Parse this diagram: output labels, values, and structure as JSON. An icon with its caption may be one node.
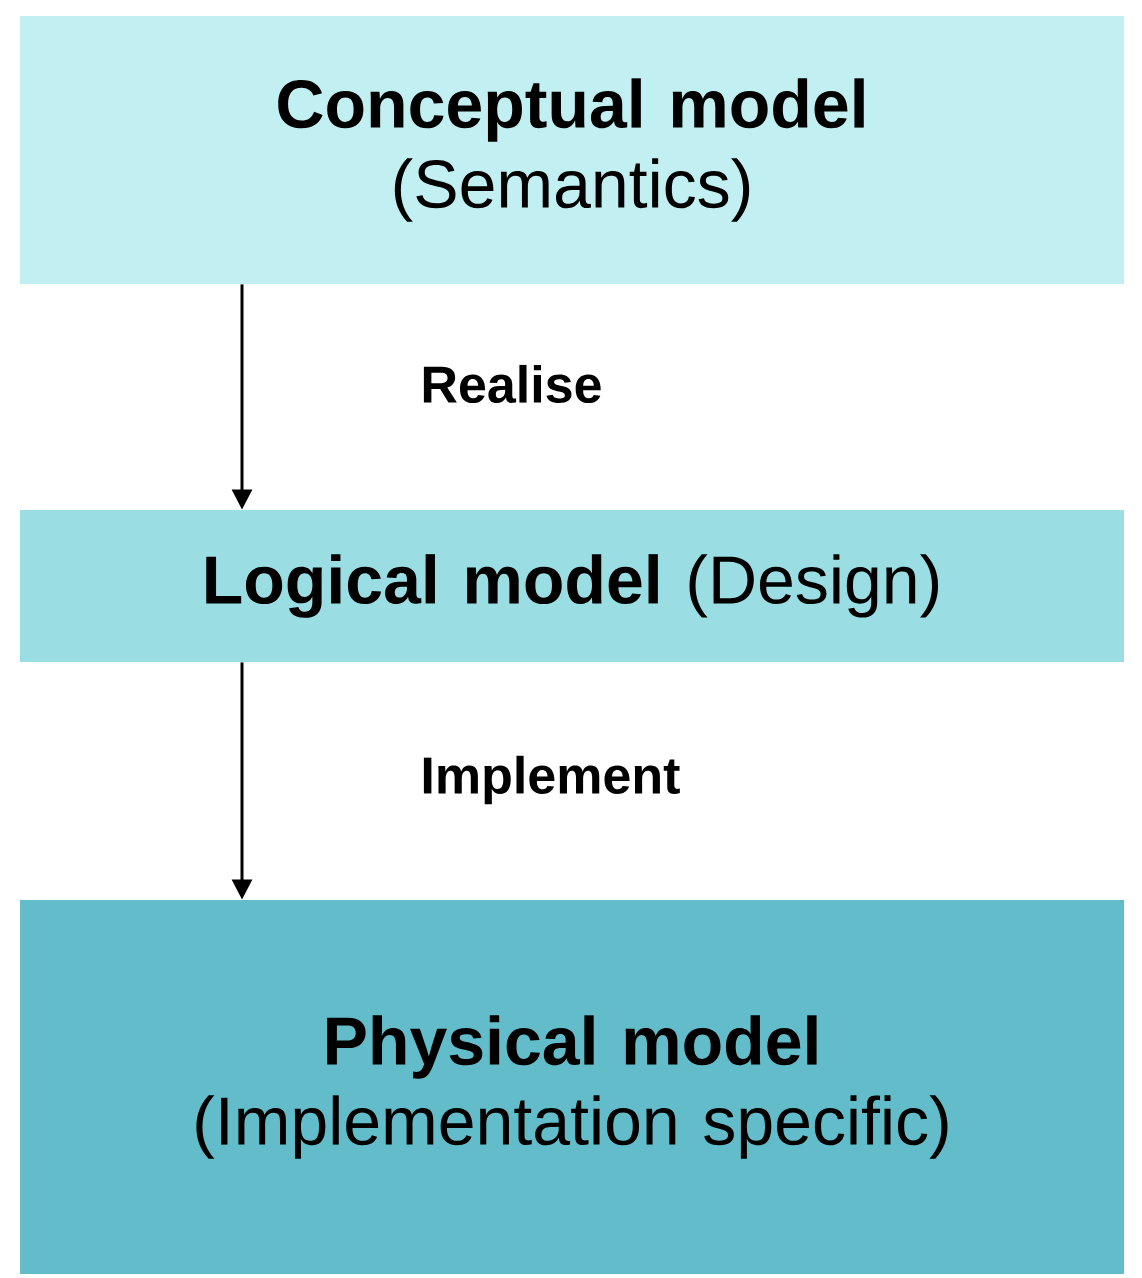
{
  "diagram": {
    "nodes": [
      {
        "text": [
          "Conceptual model",
          "(Semantics)"
        ]
      },
      {
        "text": [
          "**Logical model** (Design)"
        ]
      },
      {
        "text": [
          "Physical model",
          "(Implementation specific)"
        ]
      }
    ],
    "edges": [
      {
        "from": 0,
        "to": 1,
        "arrow": "to",
        "label": "Realise"
      },
      {
        "from": 1,
        "to": 2,
        "arrow": "to",
        "label": "Implement"
      }
    ]
  }
}
